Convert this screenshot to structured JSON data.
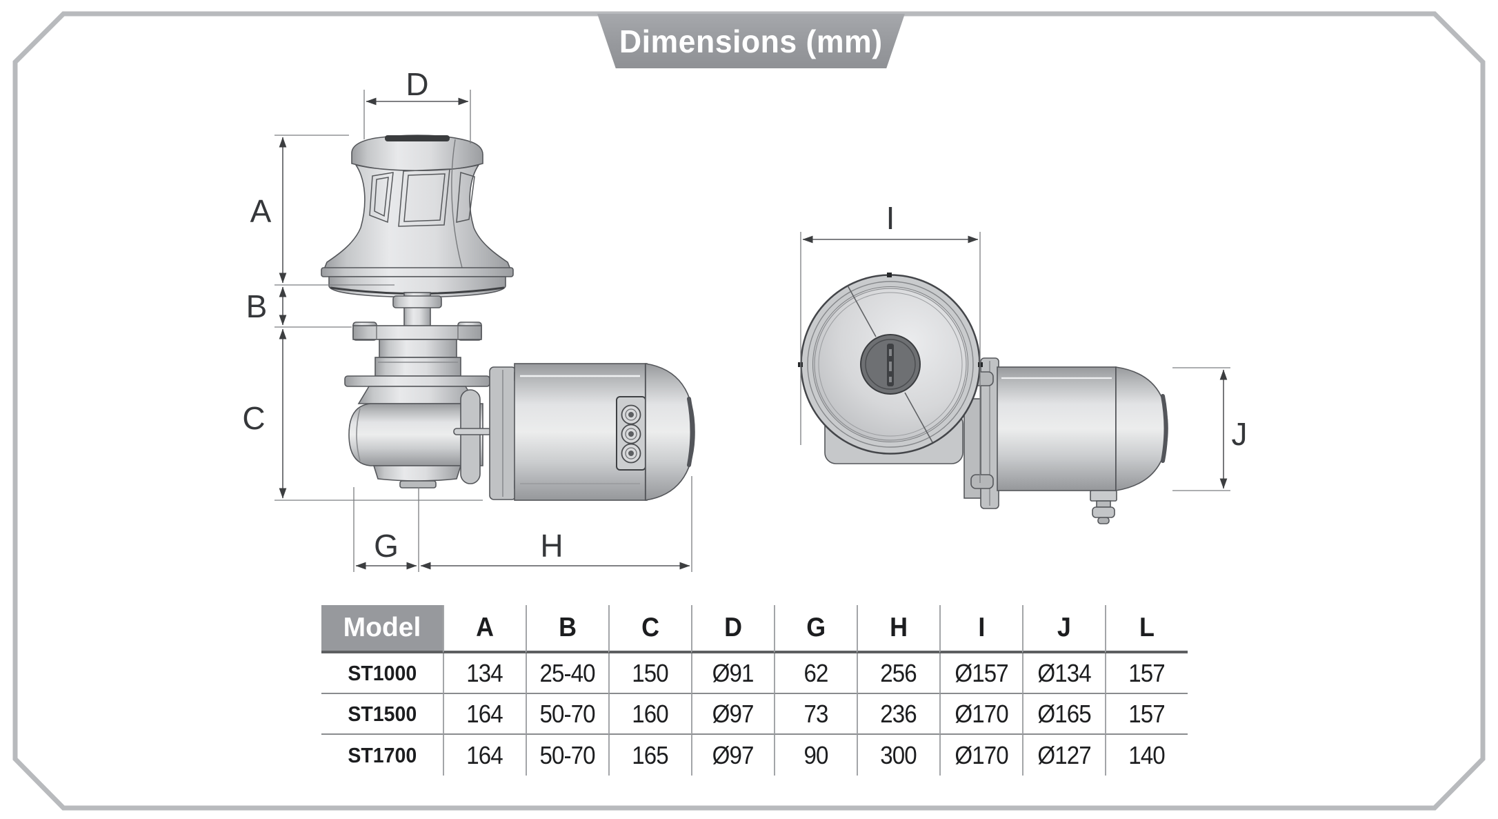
{
  "title": {
    "banner": "Dimensions (mm)"
  },
  "side_view": {
    "description": "vertical capstan windlass with motor, side elevation",
    "dim_labels": {
      "a": "A",
      "b": "B",
      "c": "C",
      "d": "D",
      "g": "G",
      "h": "H"
    }
  },
  "front_view": {
    "description": "windlass drum face with motor, end elevation",
    "dim_labels": {
      "i": "I",
      "j": "J"
    }
  },
  "table": {
    "header": {
      "model": "Model",
      "cols": [
        "A",
        "B",
        "C",
        "D",
        "G",
        "H",
        "I",
        "J",
        "L"
      ]
    },
    "rows": [
      {
        "model": "ST1000",
        "values": [
          "134",
          "25-40",
          "150",
          "Ø91",
          "62",
          "256",
          "Ø157",
          "Ø134",
          "157"
        ]
      },
      {
        "model": "ST1500",
        "values": [
          "164",
          "50-70",
          "160",
          "Ø97",
          "73",
          "236",
          "Ø170",
          "Ø165",
          "157"
        ]
      },
      {
        "model": "ST1700",
        "values": [
          "164",
          "50-70",
          "165",
          "Ø97",
          "90",
          "300",
          "Ø170",
          "Ø127",
          "140"
        ]
      }
    ]
  },
  "colors": {
    "banner_gray": "#97999d",
    "frame_gray": "#b8babd",
    "model_cell_gray": "#97999d",
    "table_line_dark": "#5d5f61",
    "table_line_mid": "#898b8e",
    "table_line_light": "#a3a5a8",
    "dim_line": "#55575a",
    "metal_light": "#eceded",
    "metal_dark": "#96989b"
  }
}
